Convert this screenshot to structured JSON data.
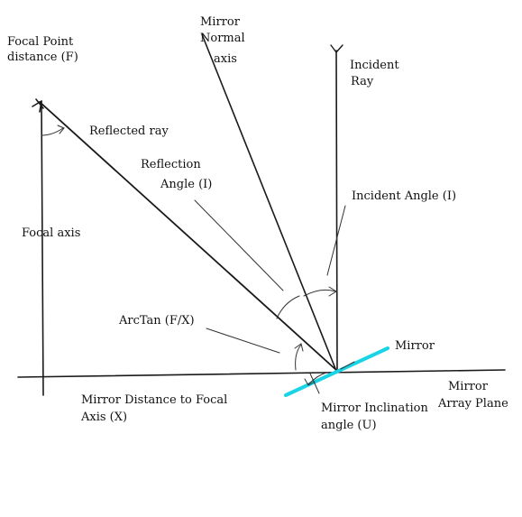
{
  "colors": {
    "ink": "#1a1a1a",
    "mirror": "#19d3e6",
    "background": "#ffffff"
  },
  "labels": {
    "focal_point_l1": "Focal Point",
    "focal_point_l2": "distance (F)",
    "mirror_normal_l1": "Mirror",
    "mirror_normal_l2": "Normal",
    "mirror_normal_l3": "axis",
    "incident_ray_l1": "Incident",
    "incident_ray_l2": "Ray",
    "reflected_ray": "Reflected ray",
    "reflection_angle_l1": "Reflection",
    "reflection_angle_l2": "Angle (I)",
    "incident_angle": "Incident Angle (I)",
    "focal_axis": "Focal axis",
    "arctan": "ArcTan (F/X)",
    "mirror": "Mirror",
    "mirror_distance_l1": "Mirror Distance to Focal",
    "mirror_distance_l2": "Axis (X)",
    "mirror_inclination_l1": "Mirror Inclination",
    "mirror_inclination_l2": "angle (U)",
    "mirror_array_l1": "Mirror",
    "mirror_array_l2": "Array Plane"
  }
}
